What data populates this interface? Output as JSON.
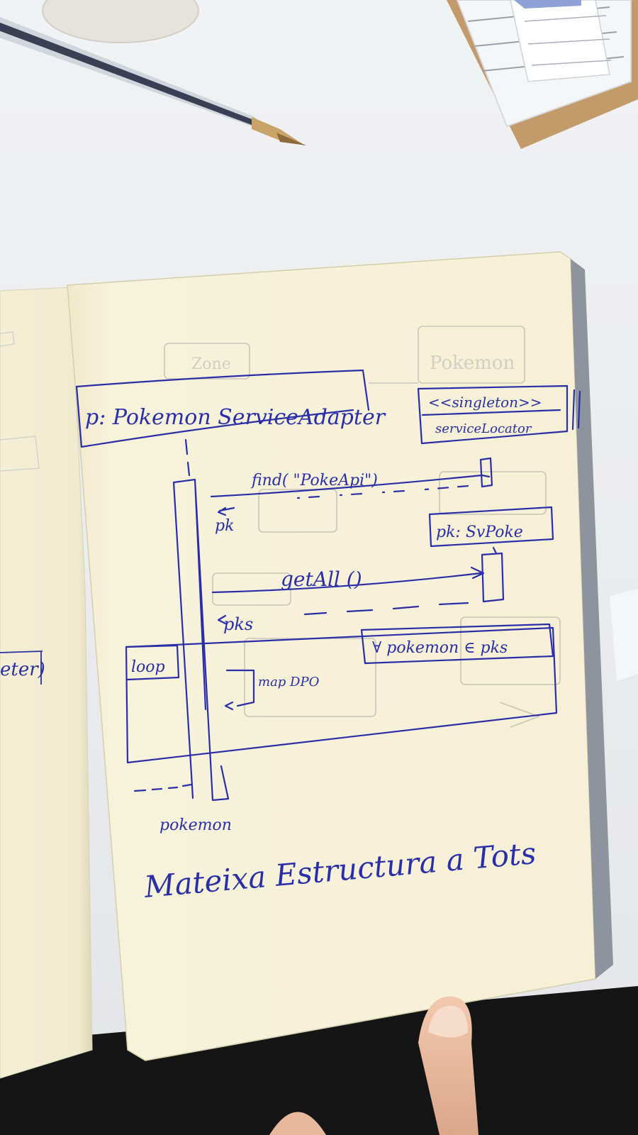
{
  "sketch": {
    "title": "Sequence diagram sketch in a notebook",
    "participant_left": "p: Pokemon ServiceAdapter",
    "participant_right_stereotype": "<<singleton>>",
    "participant_right_name": "serviceLocator",
    "object_pk": "pk: SvPoke",
    "msg_find": "find( \"PokeApi\")",
    "ret_pk": "pk",
    "msg_getall": "getAll ()",
    "ret_pks": "pks",
    "loop_label": "loop",
    "loop_guard": "∀ pokemon ∈ pks",
    "self_call": "map DPO",
    "lifeline_end_label": "pokemon",
    "footer_note": "Mateixa Estructura a Tots",
    "faint_bg_box_1": "Pokemon",
    "faint_bg_box_2": "Zone"
  },
  "colors": {
    "ink": "#2a2fa8",
    "paper": "#f6f1d6",
    "table": "#ecedef"
  }
}
